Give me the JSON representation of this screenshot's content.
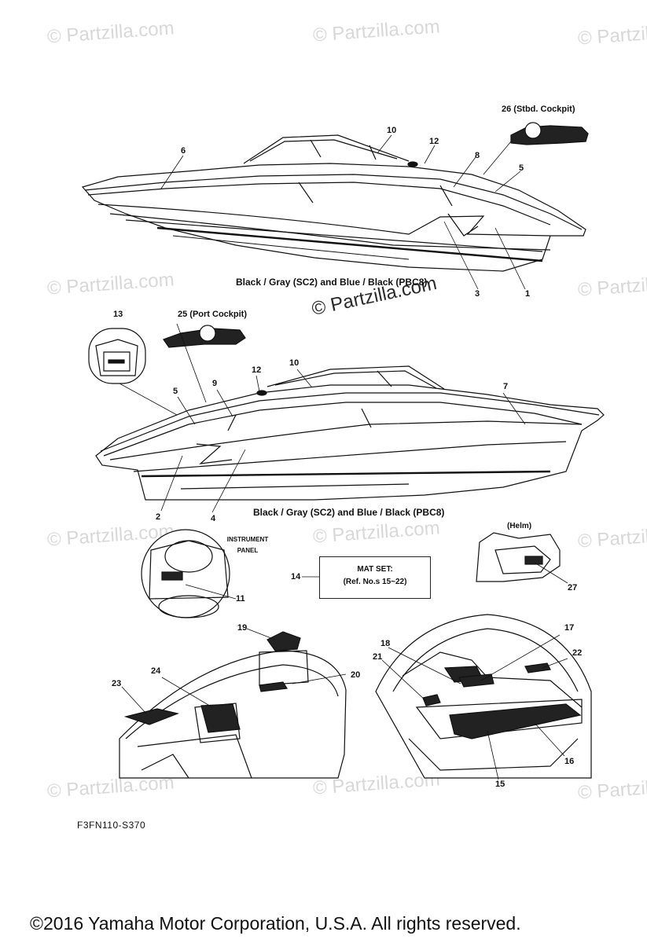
{
  "watermark": "© Partzilla.com",
  "captions": {
    "top": "Black / Gray (SC2) and Blue / Black (PBC8)",
    "middle": "Black / Gray (SC2) and Blue / Black (PBC8)",
    "helm": "(Helm)",
    "instrument_panel_line1": "INSTRUMENT",
    "instrument_panel_line2": "PANEL"
  },
  "mat_set": {
    "title": "MAT SET:",
    "subtitle": "(Ref. No.s 15~22)"
  },
  "callouts": {
    "c1": "1",
    "c2": "2",
    "c3": "3",
    "c4": "4",
    "c5a": "5",
    "c5b": "5",
    "c6": "6",
    "c7": "7",
    "c8": "8",
    "c9": "9",
    "c10a": "10",
    "c10b": "10",
    "c11": "11",
    "c12a": "12",
    "c12b": "12",
    "c13": "13",
    "c14": "14",
    "c15": "15",
    "c16": "16",
    "c17": "17",
    "c18": "18",
    "c19": "19",
    "c20": "20",
    "c21": "21",
    "c22": "22",
    "c23": "23",
    "c24": "24",
    "c25": "25 (Port Cockpit)",
    "c26": "26 (Stbd. Cockpit)",
    "c27": "27"
  },
  "reference_code": "F3FN110-S370",
  "copyright": "©2016  Yamaha Motor Corporation, U.S.A. All rights reserved."
}
